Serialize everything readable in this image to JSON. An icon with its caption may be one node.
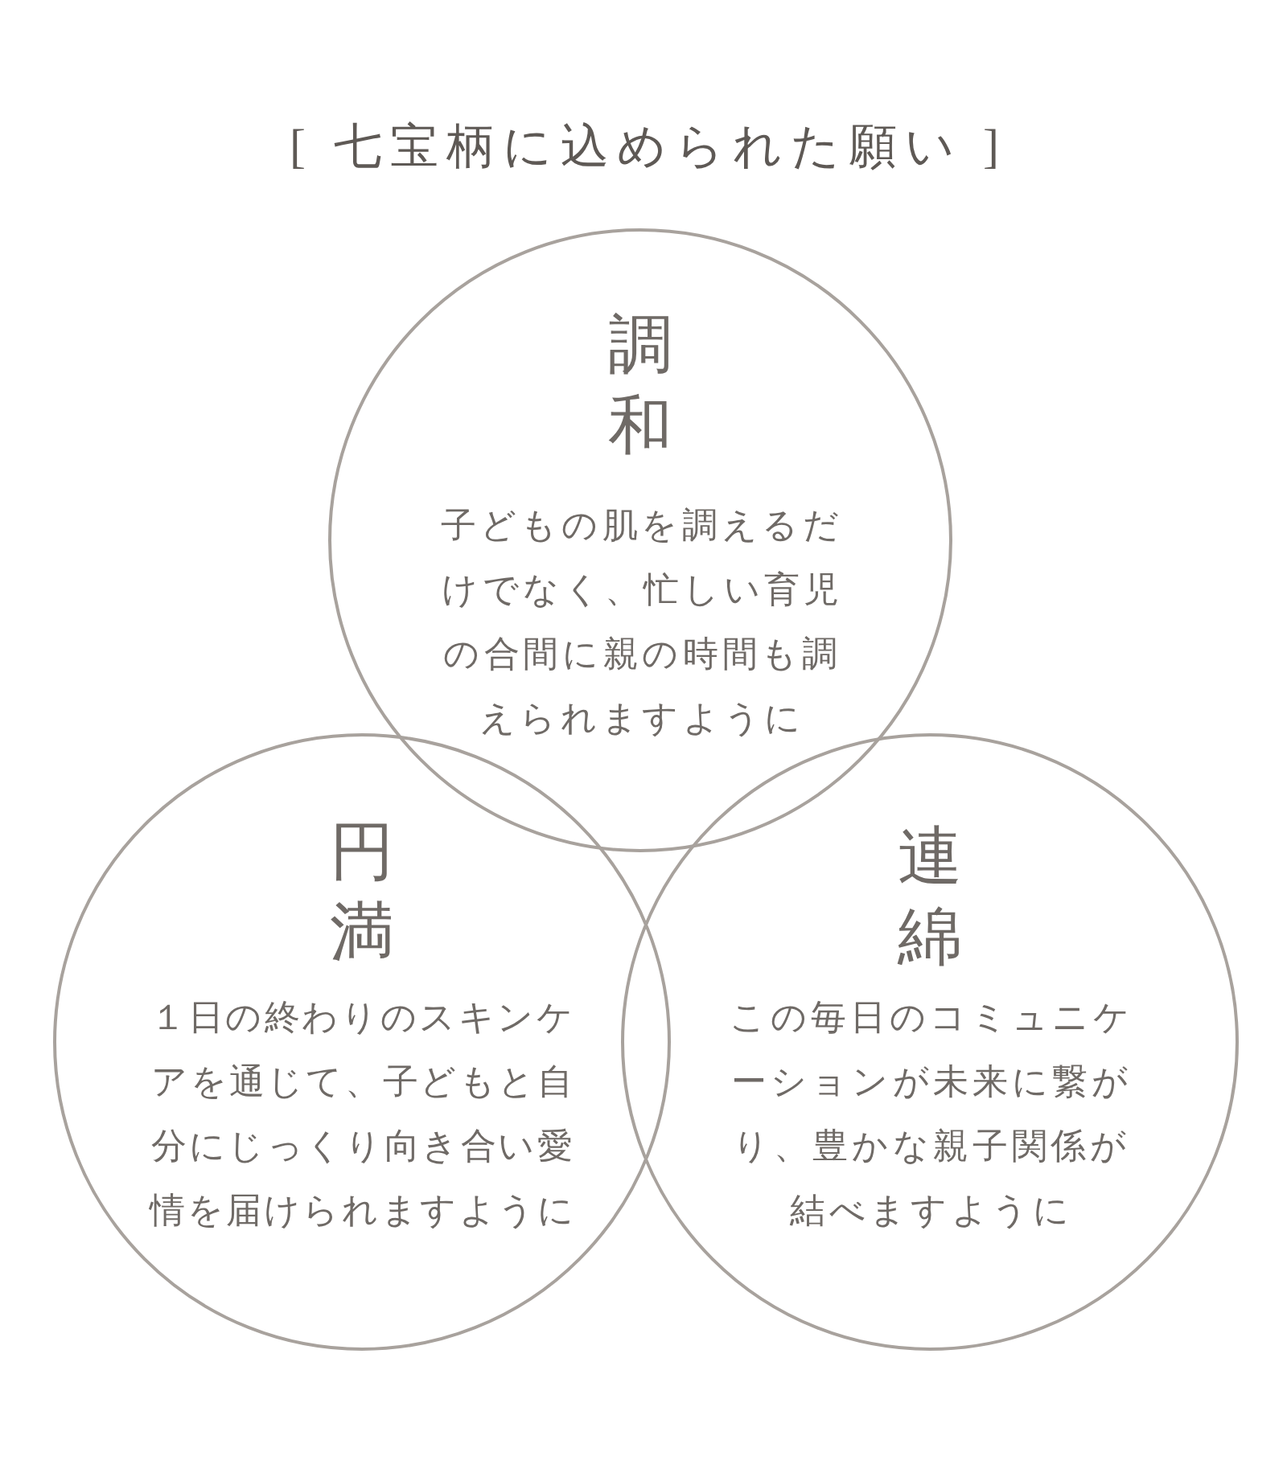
{
  "diagram": {
    "title": "[ 七宝柄に込められた願い ]",
    "nodes": [
      {
        "text": [
          "調和",
          "子どもの肌を調えるだけでなく、忙しい育児の合間に親の時間も調えられますように"
        ]
      },
      {
        "text": [
          "円満",
          "１日の終わりのスキンケアを通じて、子どもと自分にじっくり向き合い愛情を届けられますように"
        ]
      },
      {
        "text": [
          "連綿",
          "この毎日のコミュニケーションが未来に繋がり、豊かな親子関係が結べますように"
        ]
      }
    ]
  }
}
